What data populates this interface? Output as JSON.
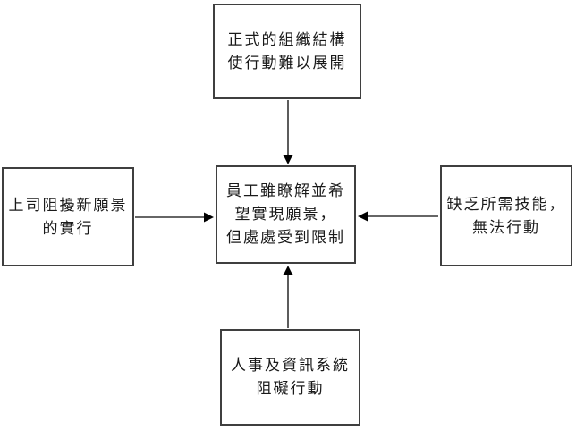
{
  "diagram": {
    "title": "empowerment-barriers-flow-diagram",
    "background_color": "#ffffff",
    "box_border_color": "#3f3f3f",
    "text_color": "#1a1a1a",
    "arrow_color": "#333333",
    "arrowhead_color": "#000000",
    "nodes": {
      "top": {
        "lines": [
          "正式的組織結構",
          "使行動難以展開"
        ]
      },
      "left": {
        "lines": [
          "上司阻擾新願景",
          "的實行"
        ]
      },
      "center": {
        "lines": [
          "員工雖瞭解並希",
          "望實現願景，",
          "但處處受到限制"
        ]
      },
      "right": {
        "lines": [
          "缺乏所需技能，",
          "無法行動"
        ]
      },
      "bottom": {
        "lines": [
          "人事及資訊系統",
          "阻礙行動"
        ]
      }
    },
    "arrows": [
      {
        "from": "top",
        "to": "center",
        "direction": "down"
      },
      {
        "from": "left",
        "to": "center",
        "direction": "right"
      },
      {
        "from": "right",
        "to": "center",
        "direction": "left"
      },
      {
        "from": "bottom",
        "to": "center",
        "direction": "up"
      }
    ]
  }
}
